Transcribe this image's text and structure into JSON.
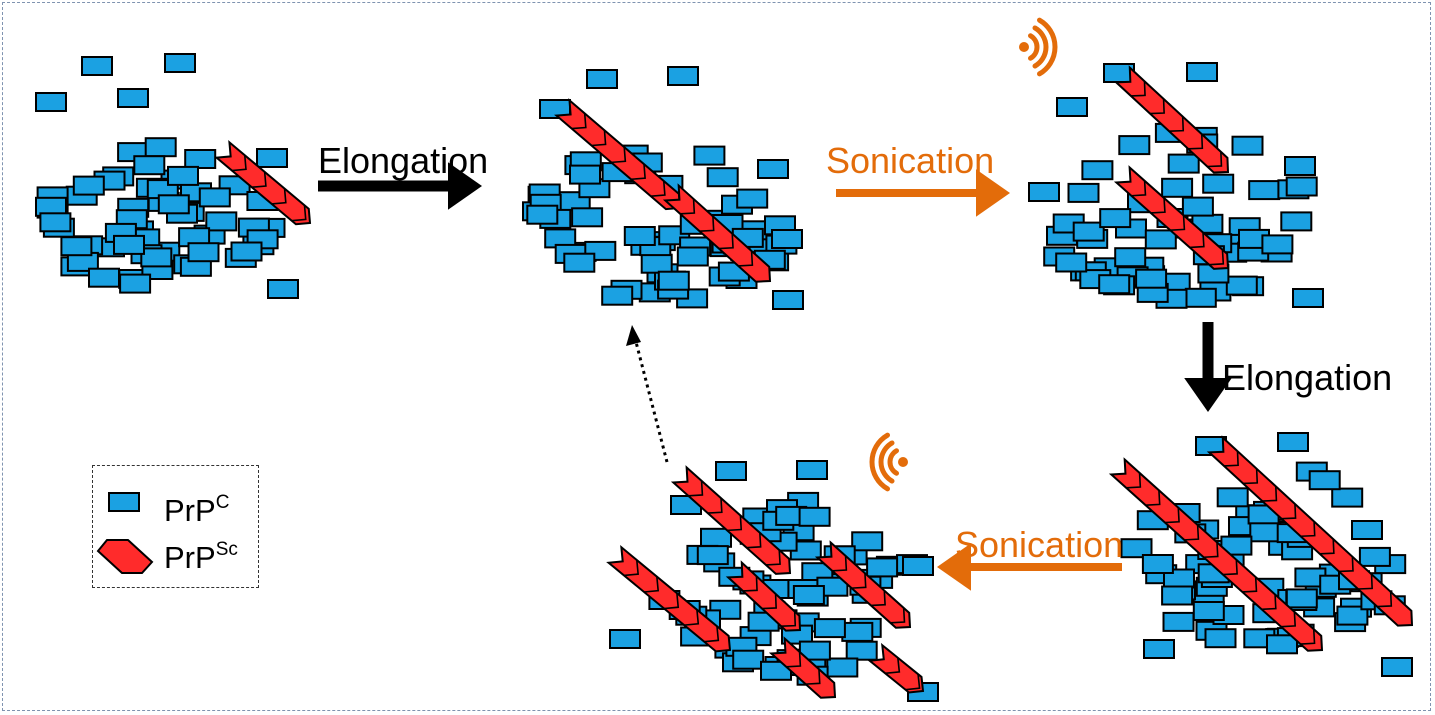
{
  "process_labels": {
    "elongation_1": "Elongation",
    "sonication_1": "Sonication",
    "elongation_2": "Elongation",
    "sonication_2": "Sonication"
  },
  "legend": {
    "prpc_base": "PrP",
    "prpc_sup": "C",
    "prpsc_base": "PrP",
    "prpsc_sup": "Sc"
  },
  "colors": {
    "prpc_fill": "#1ba1e2",
    "prpsc_fill": "#ff2b2b",
    "outline": "#000000",
    "elongation_arrow": "#000000",
    "sonication_arrow": "#e36c0a",
    "sonication_icon": "#e36c0a"
  },
  "icons": [
    "sound-wave-icon",
    "sound-wave-icon"
  ]
}
